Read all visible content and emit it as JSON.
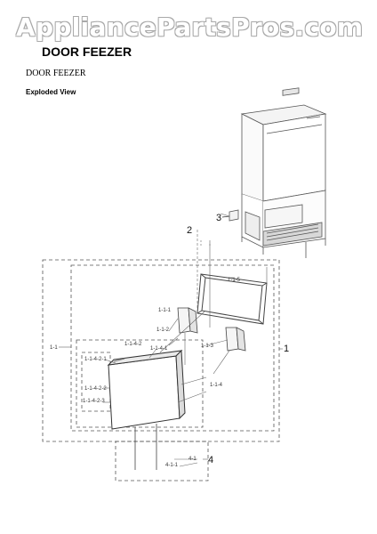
{
  "watermark": "AppliancePartsPros.com",
  "page_title": "DOOR FEEZER",
  "subtitle": "DOOR FEEZER",
  "view_label": "Exploded View",
  "callouts": {
    "c1": "1",
    "c2": "2",
    "c3": "3",
    "c4": "4",
    "c1_1": "1-1",
    "c1_1_1": "1-1-1",
    "c1_1_2": "1-1-2",
    "c1_1_3": "1-1-3",
    "c1_1_4": "1-1-4",
    "c1_1_4_1": "1-1-4-1",
    "c1_1_4_2": "1-1-4-2",
    "c1_1_4_2_1": "1-1-4-2-1",
    "c1_1_4_2_2": "1-1-4-2-2",
    "c1_1_4_2_3": "1-1-4-2-3",
    "c1_1_5": "1-1-5",
    "c4_1": "4-1",
    "c4_1_1": "4-1-1"
  }
}
